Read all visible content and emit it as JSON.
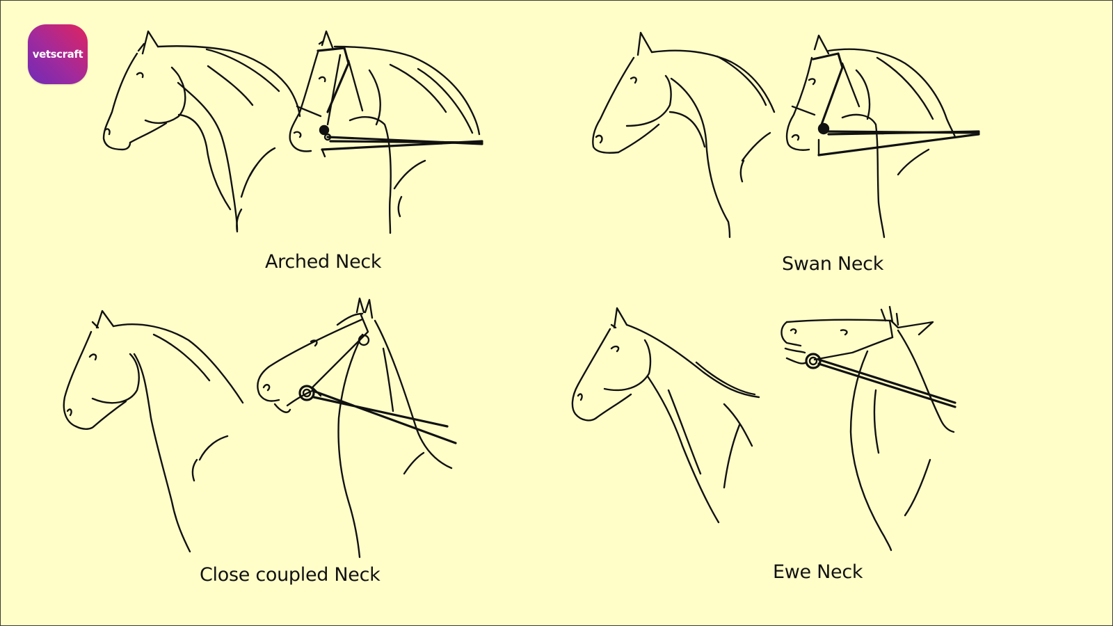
{
  "logo": {
    "text": "vetscraft",
    "gradient_start": "#6f2bb8",
    "gradient_end": "#e0245f"
  },
  "background_color": "#fffec9",
  "panels": [
    {
      "id": "arched",
      "label": "Arched Neck",
      "figures": [
        "horse-head-unbridled",
        "horse-head-double-bridle"
      ]
    },
    {
      "id": "swan",
      "label": "Swan Neck",
      "figures": [
        "horse-head-unbridled",
        "horse-head-double-bridle"
      ]
    },
    {
      "id": "close-coupled",
      "label": "Close coupled Neck",
      "figures": [
        "horse-head-unbridled",
        "horse-head-snaffle-bridle"
      ]
    },
    {
      "id": "ewe",
      "label": "Ewe Neck",
      "figures": [
        "horse-head-unbridled",
        "horse-head-snaffle-bridle-raised"
      ]
    }
  ]
}
